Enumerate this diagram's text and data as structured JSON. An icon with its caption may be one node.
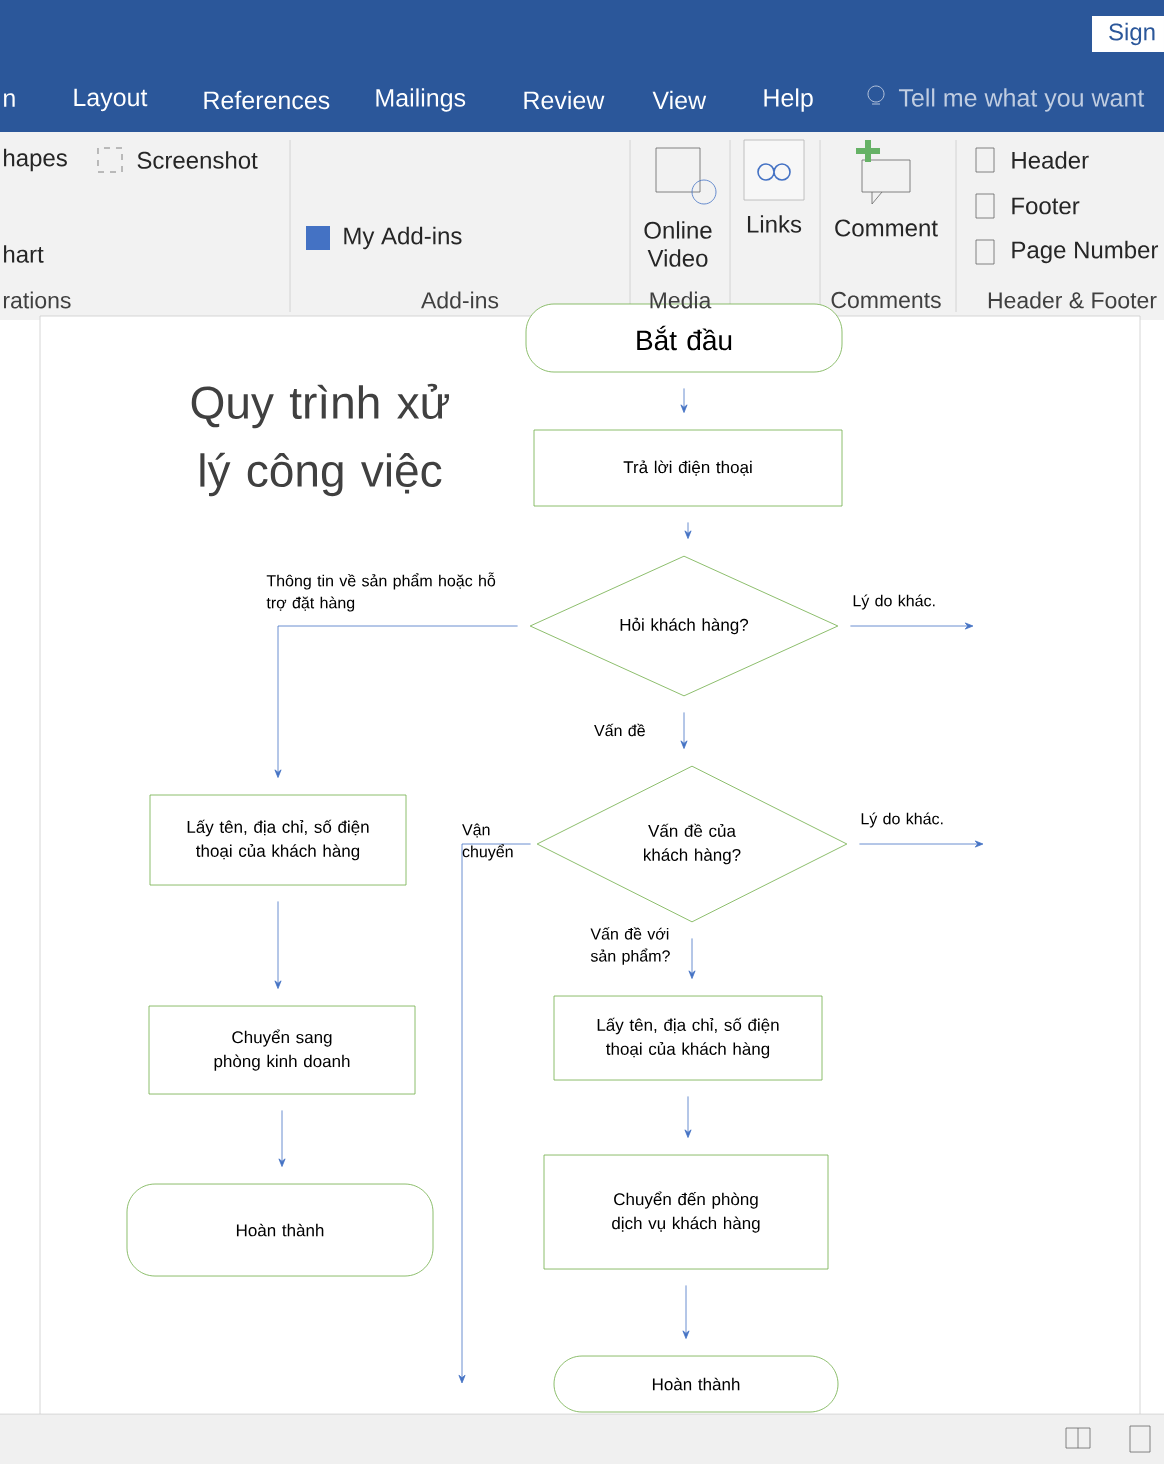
{
  "diagram": {
    "title": "Quy trình xử lý công việc",
    "nodes": [
      {
        "text": [
          "Bắt đầu"
        ]
      },
      {
        "text": [
          "Trả lời điện thoại"
        ]
      },
      {
        "text": [
          "Hỏi khách hàng?"
        ]
      },
      {
        "text": [
          "Lấy tên, địa chỉ, số điện thoại của khách hàng"
        ]
      },
      {
        "text": [
          "Chuyển sang phòng kinh doanh"
        ]
      },
      {
        "text": [
          "Hoàn thành"
        ]
      },
      {
        "text": [
          "Vấn đề của khách hàng?"
        ]
      },
      {
        "text": [
          "Lấy tên, địa chỉ, số điện thoại của khách hàng"
        ]
      },
      {
        "text": [
          "Chuyển đến phòng dịch vụ khách hàng"
        ]
      },
      {
        "text": [
          "Hoàn thành"
        ]
      }
    ],
    "edges": [
      {
        "from": 0,
        "to": 1,
        "arrow": "to"
      },
      {
        "from": 1,
        "to": 2,
        "arrow": "to"
      },
      {
        "from": 2,
        "to": 3,
        "arrow": "to",
        "label": "Thông tin về sản phẩm hoặc hỗ trợ đặt hàng"
      },
      {
        "from": 2,
        "to": null,
        "arrow": "to",
        "label": "Lý do khác."
      },
      {
        "from": 2,
        "to": 6,
        "arrow": "to",
        "label": "Vấn đề"
      },
      {
        "from": 3,
        "to": 4,
        "arrow": "to"
      },
      {
        "from": 4,
        "to": 5,
        "arrow": "to"
      },
      {
        "from": 6,
        "to": null,
        "arrow": "to",
        "label": "Lý do khác."
      },
      {
        "from": 6,
        "to": 7,
        "arrow": "to",
        "label": "Vấn đề với sản phẩm?"
      },
      {
        "from": 7,
        "to": 8,
        "arrow": "to"
      },
      {
        "from": 8,
        "to": 9,
        "arrow": "to"
      },
      {
        "from": 6,
        "to": null,
        "arrow": "to",
        "label": "Vận chuyển"
      }
    ],
    "labels": [
      "Sign",
      "n",
      "Layout",
      "References",
      "Mailings",
      "Review",
      "View",
      "Help",
      "Tell me what you want",
      "hapes",
      "Screenshot",
      "hart",
      "rations",
      "My Add-ins",
      "Add-ins",
      "Online Video",
      "Media",
      "Links",
      "Comment",
      "Comments",
      "Header",
      "Footer",
      "Page Number",
      "Header & Footer"
    ]
  }
}
